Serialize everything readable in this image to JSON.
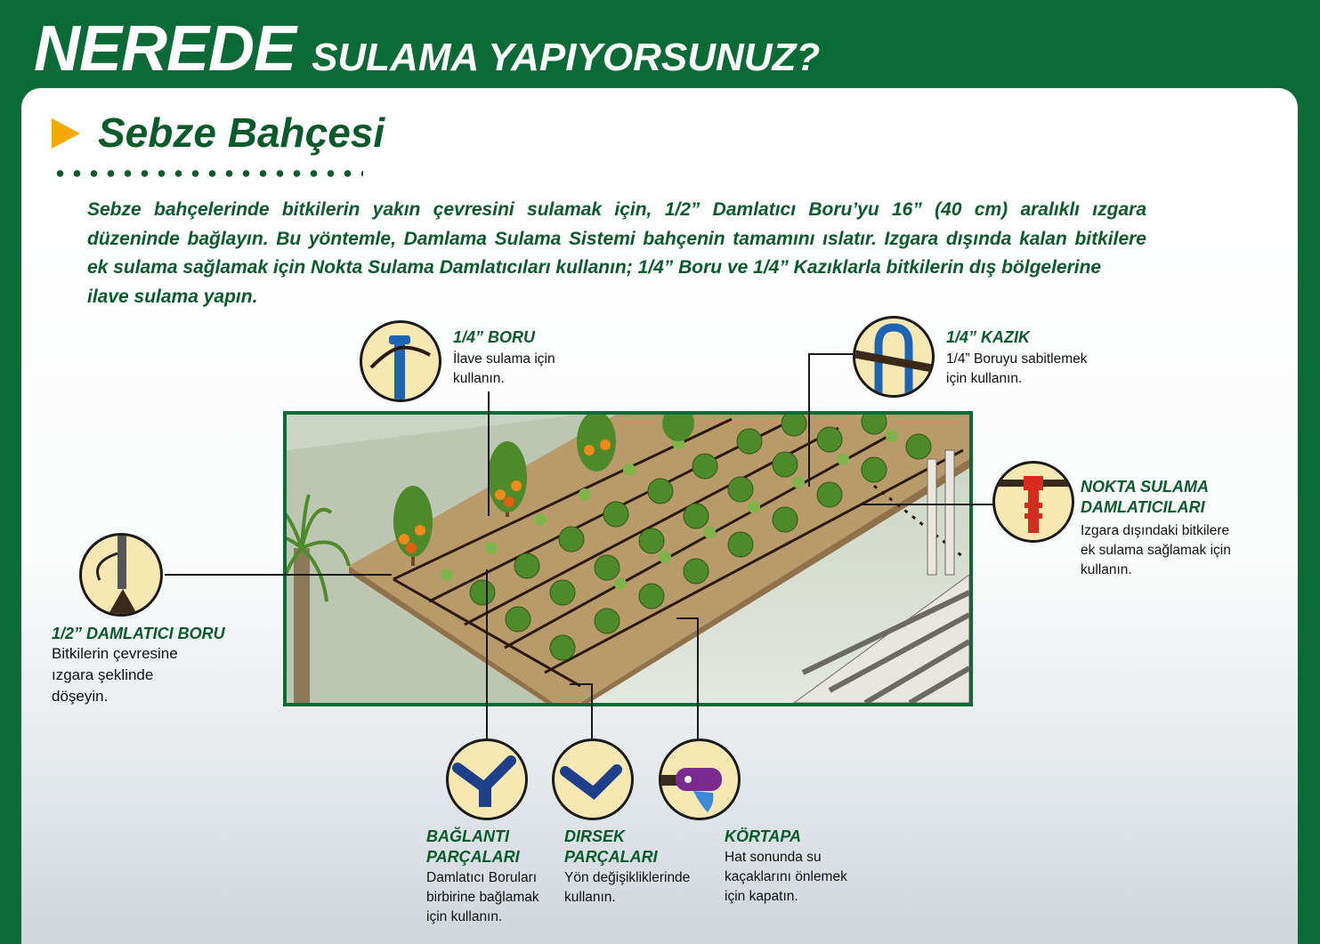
{
  "header": {
    "title_big": "NEREDE",
    "title_small": "SULAMA YAPIYORSUNUZ?"
  },
  "section": {
    "title": "Sebze Bahçesi",
    "intro": [
      "Sebze bahçelerinde bitkilerin yakın çevresini sulamak için, 1/2” Damlatıcı Boru’yu 16” (40 cm) aralıklı ızgara",
      "düzeninde bağlayın. Bu yöntemle, Damlama Sulama Sistemi bahçenin tamamını ıslatır. Izgara dışında kalan bitkilere",
      "ek sulama sağlamak için Nokta Sulama Damlatıcıları kullanın; 1/4” Boru ve 1/4” Kazıklarla bitkilerin dış bölgelerine",
      "ilave sulama yapın."
    ]
  },
  "callouts": {
    "boru14": {
      "title": "1/4” BORU",
      "desc": [
        "İlave sulama için",
        "kullanın."
      ]
    },
    "kazik": {
      "title": "1/4” KAZIK",
      "desc": [
        "1/4” Boruyu sabitlemek",
        "için kullanın."
      ]
    },
    "nokta": {
      "title": [
        "NOKTA SULAMA",
        "DAMLATICILARI"
      ],
      "desc": [
        "Izgara dışındaki bitkilere",
        "ek sulama sağlamak için",
        "kullanın."
      ]
    },
    "damlatici": {
      "title": "1/2” DAMLATICI BORU",
      "desc": [
        "Bitkilerin çevresine",
        "ızgara şeklinde",
        "döşeyin."
      ]
    },
    "baglanti": {
      "title": [
        "BAĞLANTI",
        "PARÇALARI"
      ],
      "desc": [
        "Damlatıcı Boruları",
        "birbirine bağlamak",
        "için kullanın."
      ]
    },
    "dirsek": {
      "title": [
        "DIRSEK",
        "PARÇALARI"
      ],
      "desc": [
        "Yön değişikliklerinde",
        "kullanın."
      ]
    },
    "kortapa": {
      "title": "KÖRTAPA",
      "desc": [
        "Hat sonunda su",
        "kaçaklarını önlemek",
        "için kapatın."
      ]
    }
  },
  "colors": {
    "brand_green": "#0b6a35",
    "text_green": "#0b5a2c",
    "accent_orange": "#f5a800",
    "badge_fill": "#f7e7b3"
  }
}
